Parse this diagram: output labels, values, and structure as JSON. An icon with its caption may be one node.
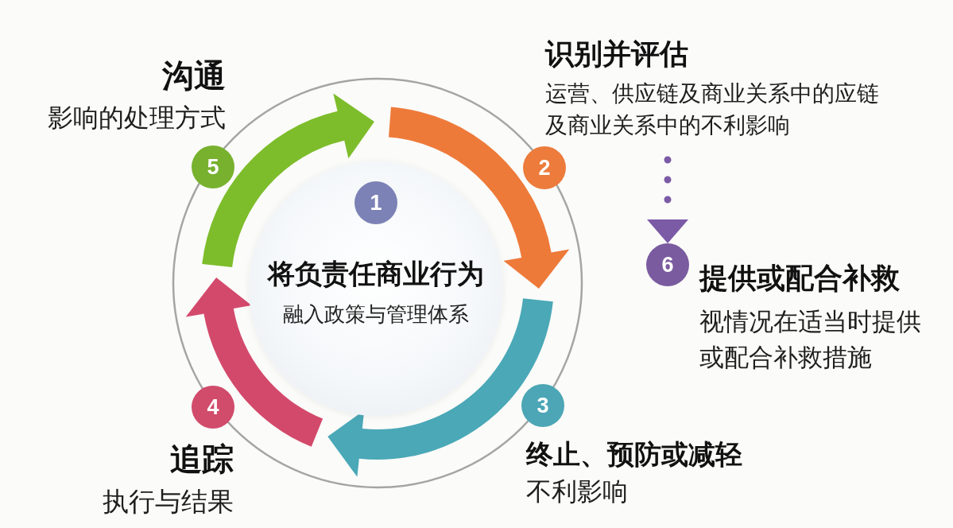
{
  "diagram": {
    "nodes": [
      {
        "text": [
          "将负责任商业行为",
          "融入政策与管理体系"
        ]
      },
      {
        "text": [
          "1"
        ],
        "in": 0
      },
      {
        "text": [
          "2"
        ]
      },
      {
        "text": [
          "识别并评估",
          "运营、供应链及商业关系中的应链及商业关系中的不利影响"
        ]
      },
      {
        "text": [
          "3"
        ]
      },
      {
        "text": [
          "终止、预防或减轻",
          "不利影响"
        ]
      },
      {
        "text": [
          "4"
        ]
      },
      {
        "text": [
          "追踪",
          "执行与结果"
        ]
      },
      {
        "text": [
          "5"
        ]
      },
      {
        "text": [
          "沟通",
          "影响的处理方式"
        ]
      },
      {
        "text": [
          "6"
        ]
      },
      {
        "text": [
          "提供或配合补救",
          "视情况在适当时提供或配合补救措施"
        ]
      }
    ],
    "edges": [
      {
        "from": 8,
        "to": 1,
        "arrow": "to",
        "color": "#7dbd2b"
      },
      {
        "from": 2,
        "to": 4,
        "arrow": "to",
        "color": "#ee7a3a"
      },
      {
        "from": 4,
        "to": 6,
        "arrow": "to",
        "color": "#4aa8b7"
      },
      {
        "from": 6,
        "to": 8,
        "arrow": "to",
        "color": "#d3496c"
      },
      {
        "from": 3,
        "to": 10,
        "arrow": "to",
        "style": "dashed",
        "color": "#7b5aa6"
      }
    ]
  }
}
